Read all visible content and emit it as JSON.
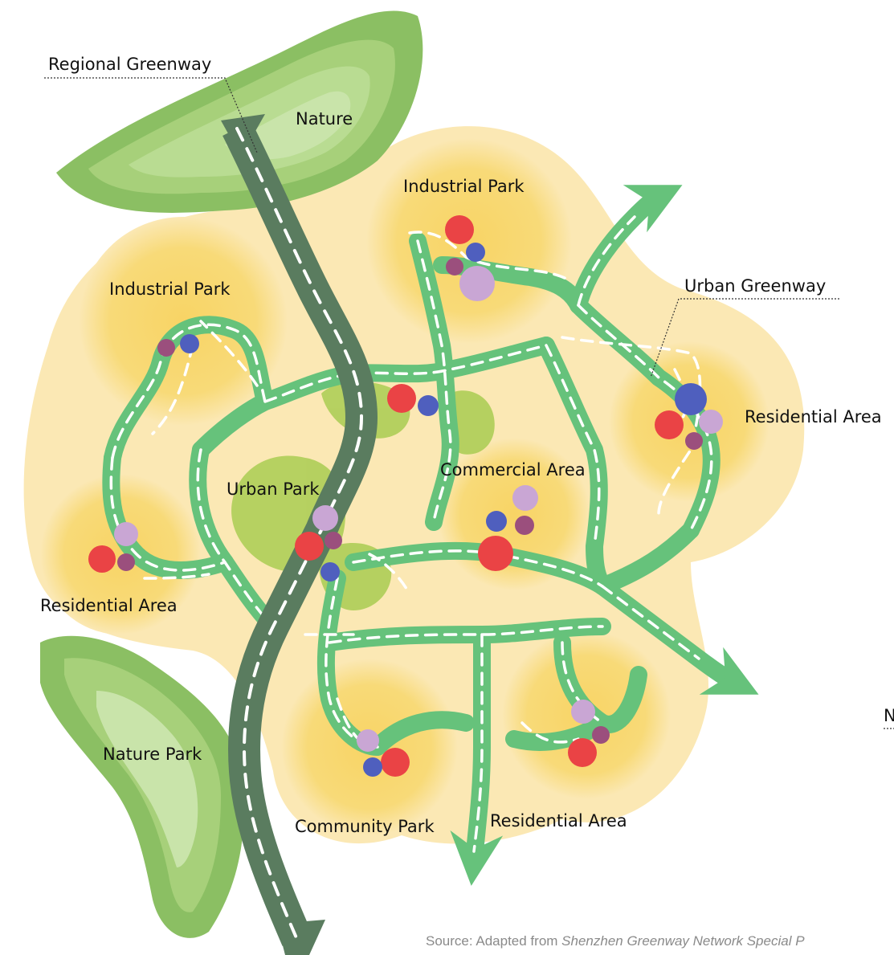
{
  "labels": {
    "regional_greenway": "Regional Greenway",
    "nature": "Nature",
    "industrial_park_top": "Industrial Park",
    "industrial_park_left": "Industrial Park",
    "urban_greenway": "Urban Greenway",
    "residential_area_right": "Residential Area",
    "urban_park": "Urban Park",
    "commercial_area": "Commercial Area",
    "residential_area_left": "Residential Area",
    "nature_park": "Nature Park",
    "community_park": "Community Park",
    "residential_area_bottom": "Residential Area",
    "cropped_right_label": "N"
  },
  "source": {
    "prefix": "Source: Adapted from ",
    "title": "Shenzhen Greenway Network Special P"
  },
  "colors": {
    "zone_fill": "#fbe8b4",
    "zone_core": "#f8d86e",
    "urban_greenway": "#66c27b",
    "regional_greenway": "#5a7c5f",
    "nature_outer": "#8bbf63",
    "nature_inner": "#c9e4aa",
    "urban_park": "#a9cc52",
    "dot_red": "#ea4345",
    "dot_blue": "#4f5fbe",
    "dot_purple": "#9b4f7d",
    "dot_lilac": "#c9a6d4"
  }
}
